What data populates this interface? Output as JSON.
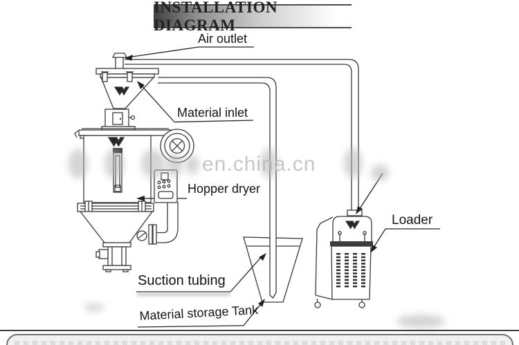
{
  "title": "INSTALLATION DIAGRAM",
  "watermark": "en.china.cn",
  "labels": {
    "air_outlet": "Air outlet",
    "material_inlet": "Material inlet",
    "hopper_dryer": "Hopper dryer",
    "suction_tubing": "Suction tubing",
    "material_storage_tank": "Material storage Tank",
    "loader": "Loader"
  },
  "icons": {
    "brand_logo": "W-wing-mark"
  },
  "colors": {
    "line": "#383838",
    "label_text": "#141414",
    "watermark": "#c7c7c7",
    "title_text": "#222222",
    "title_bar_dark": "#3f3f3f",
    "title_bar_light": "#ffffff",
    "loader_clamp_bar": "#3d3d3d",
    "footer_fill": "#f1f1f1",
    "footer_border": "#707070"
  }
}
